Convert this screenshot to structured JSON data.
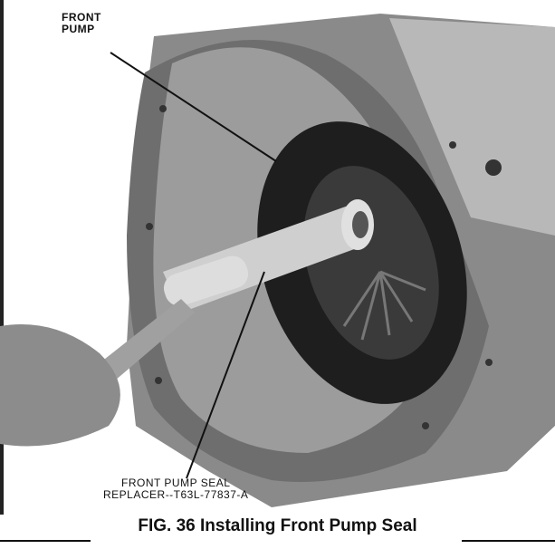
{
  "figure": {
    "callouts": {
      "front_pump": [
        "FRONT",
        "PUMP"
      ],
      "seal_replacer": [
        "FRONT PUMP SEAL",
        "REPLACER--T63L-77837-A"
      ]
    },
    "caption": "FIG. 36  Installing Front Pump Seal"
  }
}
